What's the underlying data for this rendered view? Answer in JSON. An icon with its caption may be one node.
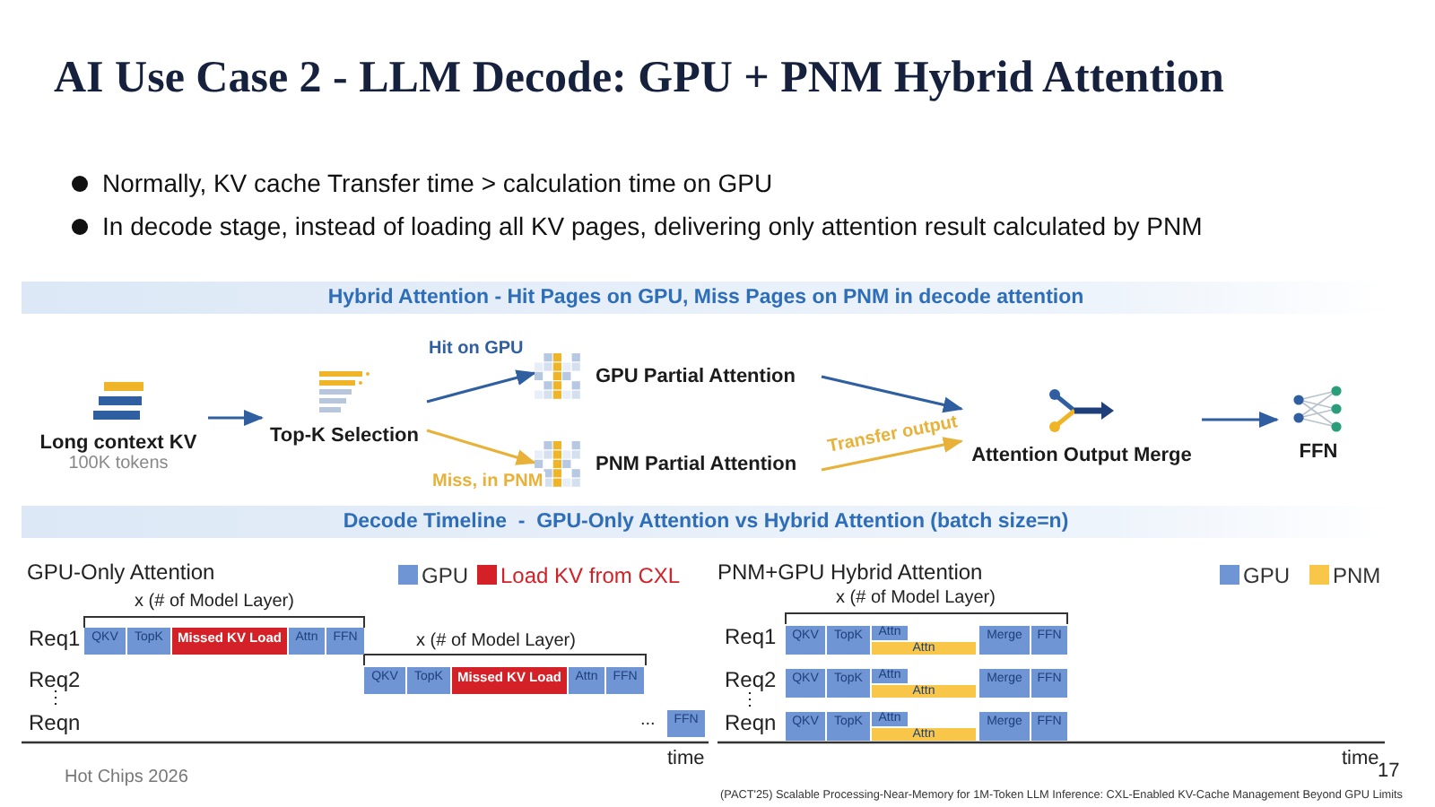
{
  "diagram": {
    "title": "AI Use Case 2 - LLM Decode: GPU + PNM Hybrid Attention",
    "nodes": [
      {
        "text": [
          "Hybrid Attention - Hit Pages on GPU, Miss Pages on PNM in decode attention"
        ]
      },
      {
        "text": [
          "Long context KV",
          "100K tokens"
        ]
      },
      {
        "text": [
          "Top-K Selection"
        ]
      },
      {
        "text": [
          "GPU Partial Attention"
        ]
      },
      {
        "text": [
          "PNM Partial Attention"
        ]
      },
      {
        "text": [
          "Attention Output Merge"
        ]
      },
      {
        "text": [
          "FFN"
        ]
      },
      {
        "text": [
          "Decode Timeline  -  GPU-Only Attention vs Hybrid Attention (batch size=n)"
        ]
      },
      {
        "text": [
          "QKV"
        ]
      },
      {
        "text": [
          "TopK"
        ]
      },
      {
        "text": [
          "Missed KV Load"
        ]
      },
      {
        "text": [
          "Attn"
        ]
      },
      {
        "text": [
          "FFN"
        ]
      },
      {
        "text": [
          "QKV"
        ]
      },
      {
        "text": [
          "TopK"
        ]
      },
      {
        "text": [
          "Missed KV Load"
        ]
      },
      {
        "text": [
          "Attn"
        ]
      },
      {
        "text": [
          "FFN"
        ]
      },
      {
        "text": [
          "FFN"
        ]
      },
      {
        "text": [
          "QKV"
        ]
      },
      {
        "text": [
          "TopK"
        ]
      },
      {
        "text": [
          "Attn"
        ]
      },
      {
        "text": [
          "Attn"
        ]
      },
      {
        "text": [
          "Merge"
        ]
      },
      {
        "text": [
          "FFN"
        ]
      },
      {
        "text": [
          "QKV"
        ]
      },
      {
        "text": [
          "TopK"
        ]
      },
      {
        "text": [
          "Attn"
        ]
      },
      {
        "text": [
          "Attn"
        ]
      },
      {
        "text": [
          "Merge"
        ]
      },
      {
        "text": [
          "FFN"
        ]
      },
      {
        "text": [
          "QKV"
        ]
      },
      {
        "text": [
          "TopK"
        ]
      },
      {
        "text": [
          "Attn"
        ]
      },
      {
        "text": [
          "Attn"
        ]
      },
      {
        "text": [
          "Merge"
        ]
      },
      {
        "text": [
          "FFN"
        ]
      }
    ],
    "edges": [
      {
        "from": 1,
        "to": 2,
        "arrow": "to"
      },
      {
        "from": 2,
        "to": 3,
        "arrow": "to",
        "label": "Hit on GPU"
      },
      {
        "from": 2,
        "to": 4,
        "arrow": "to",
        "label": "Miss, in PNM",
        "color": "#e8b23a"
      },
      {
        "from": 3,
        "to": 5,
        "arrow": "to"
      },
      {
        "from": 4,
        "to": 5,
        "arrow": "to",
        "label": "Transfer output",
        "color": "#e8b23a"
      },
      {
        "from": 5,
        "to": 6,
        "arrow": "to"
      }
    ],
    "labels": [
      "Normally, KV cache Transfer time > calculation time on GPU",
      "In decode stage, instead of loading all KV pages, delivering only attention result calculated by PNM",
      "GPU-Only Attention",
      "PNM+GPU Hybrid Attention",
      "x (# of Model Layer)",
      "x (# of Model Layer)",
      "Req1",
      "x (# of Model Layer)",
      "Req1",
      "Req2",
      "Req2",
      "⋮",
      "⋮",
      "Reqn",
      "...",
      "Reqn",
      "time",
      "time",
      "Hot Chips 2026",
      "17",
      "(PACT'25) Scalable Processing-Near-Memory for 1M-Token LLM Inference: CXL-Enabled KV-Cache Management Beyond GPU Limits"
    ],
    "legend": [
      {
        "text": "GPU",
        "color": "#6f95d4"
      },
      {
        "text": "Load KV from CXL",
        "color": "#d42027"
      },
      {
        "text": "GPU",
        "color": "#6f95d4"
      },
      {
        "text": "PNM",
        "color": "#f8c648"
      }
    ]
  }
}
